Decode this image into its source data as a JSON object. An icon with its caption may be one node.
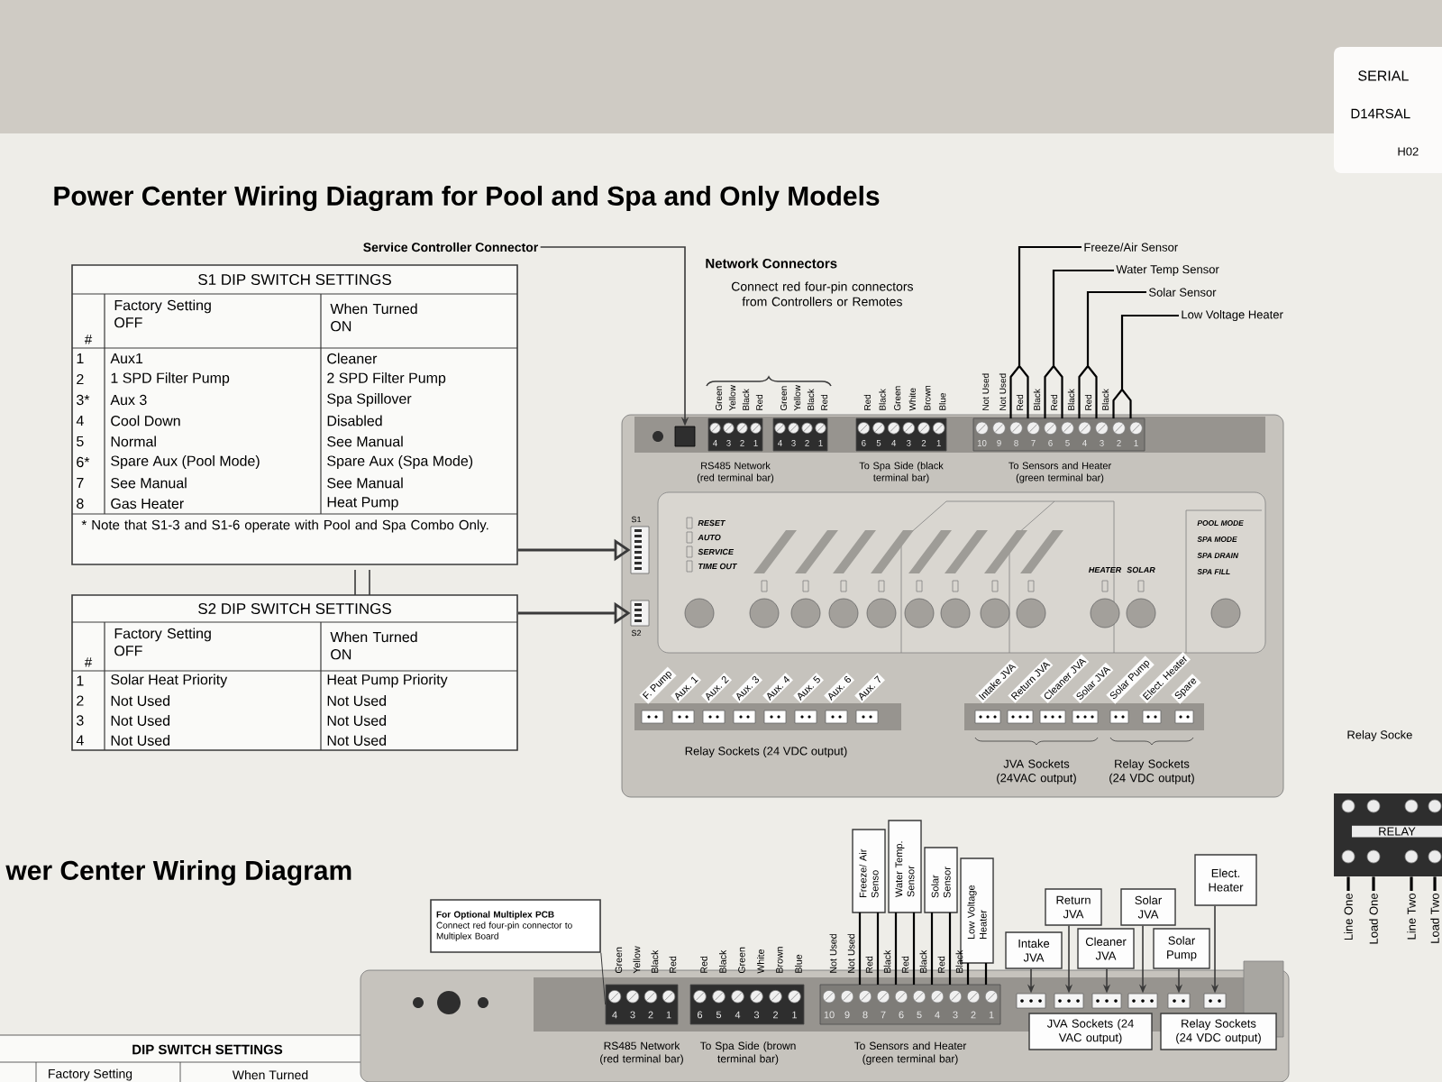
{
  "diagram": {
    "title": "Power Center Wiring Diagram for Pool and Spa and Only Models",
    "nodes": [
      {
        "text": [
          "S1 DIP SWITCH SETTINGS",
          "#",
          "Factory Setting OFF",
          "When Turned ON",
          "1",
          "Aux1",
          "Cleaner",
          "2",
          "1 SPD Filter Pump",
          "2 SPD Filter Pump",
          "3*",
          "Aux 3",
          "Spa Spillover",
          "4",
          "Cool Down",
          "Disabled",
          "5",
          "Normal",
          "See Manual",
          "6*",
          "Spare Aux (Pool Mode)",
          "Spare Aux (Spa Mode)",
          "7",
          "See Manual",
          "See Manual",
          "8",
          "Gas Heater",
          "Heat Pump",
          "* Note that S1-3 and S1-6 operate with Pool and Spa Combo Only."
        ]
      },
      {
        "text": [
          "S2 DIP SWITCH SETTINGS",
          "#",
          "Factory Setting OFF",
          "When Turned ON",
          "1",
          "Solar Heat Priority",
          "Heat Pump Priority",
          "2",
          "Not Used",
          "Not Used",
          "3",
          "Not Used",
          "Not Used",
          "4",
          "Not Used",
          "Not Used"
        ]
      },
      {
        "text": [],
        "shape": "box"
      },
      {
        "text": [
          "Service Controller Connector"
        ]
      },
      {
        "text": [],
        "shape": "box",
        "in": 2
      },
      {
        "text": [
          "S1"
        ],
        "in": 2
      },
      {
        "text": [
          "S2"
        ],
        "in": 2
      },
      {
        "text": [
          "Freeze/Air Sensor"
        ]
      },
      {
        "text": [
          "Water Temp Sensor"
        ]
      },
      {
        "text": [
          "Solar Sensor"
        ]
      },
      {
        "text": [
          "Low Voltage Heater"
        ]
      },
      {
        "text": [
          "4",
          "3",
          "2",
          "1"
        ],
        "in": 2
      },
      {
        "text": [
          "4",
          "3",
          "2",
          "1"
        ],
        "in": 2
      },
      {
        "text": [
          "6",
          "5",
          "4",
          "3",
          "2",
          "1"
        ],
        "in": 2
      },
      {
        "text": [
          "10",
          "9",
          "8",
          "7",
          "6",
          "5",
          "4",
          "3",
          "2",
          "1"
        ],
        "in": 2
      },
      {
        "text": [],
        "shape": "box"
      },
      {
        "text": [
          "For Optional Multiplex PCB",
          "Connect red four-pin connector to Multiplex Board"
        ]
      },
      {
        "text": [
          "4",
          "3",
          "2",
          "1"
        ],
        "in": 15
      },
      {
        "text": [
          "6",
          "5",
          "4",
          "3",
          "2",
          "1"
        ],
        "in": 15
      },
      {
        "text": [
          "10",
          "9",
          "8",
          "7",
          "6",
          "5",
          "4",
          "3",
          "2",
          "1"
        ],
        "in": 15
      },
      {
        "text": [
          "Freeze/ Air Senso"
        ]
      },
      {
        "text": [
          "Water Temp. Sensor"
        ]
      },
      {
        "text": [
          "Solar Sensor"
        ]
      },
      {
        "text": [
          "Low Voltage Heater"
        ]
      },
      {
        "text": [
          "Intake JVA"
        ]
      },
      {
        "text": [
          "Return JVA"
        ]
      },
      {
        "text": [
          "Cleaner JVA"
        ]
      },
      {
        "text": [
          "Solar JVA"
        ]
      },
      {
        "text": [
          "Solar Pump"
        ]
      },
      {
        "text": [
          "Elect. Heater"
        ]
      },
      {
        "text": [],
        "shape": "box",
        "in": 15
      },
      {
        "text": [],
        "shape": "box",
        "in": 15
      },
      {
        "text": [],
        "shape": "box",
        "in": 15
      },
      {
        "text": [],
        "shape": "box",
        "in": 15
      },
      {
        "text": [],
        "shape": "box",
        "in": 15
      },
      {
        "text": [],
        "shape": "box",
        "in": 15
      },
      {
        "text": [
          "JVA Sockets (24 VAC output)"
        ],
        "in": 15
      },
      {
        "text": [
          "Relay Sockets (24 VDC output)"
        ],
        "in": 15
      },
      {
        "text": [
          "RELAY"
        ]
      },
      {
        "text": [
          "Line One"
        ]
      },
      {
        "text": [
          "Load One"
        ]
      },
      {
        "text": [
          "Line Two"
        ]
      },
      {
        "text": [
          "Load Two"
        ]
      }
    ],
    "edges": [
      {
        "from": 3,
        "to": 4,
        "arrow": "to"
      },
      {
        "from": 0,
        "to": 5,
        "arrow": "to"
      },
      {
        "from": 1,
        "to": 6,
        "arrow": "to"
      },
      {
        "from": 7,
        "to": 14,
        "arrow": "none"
      },
      {
        "from": 8,
        "to": 14,
        "arrow": "none"
      },
      {
        "from": 9,
        "to": 14,
        "arrow": "none"
      },
      {
        "from": 10,
        "to": 14,
        "arrow": "none"
      },
      {
        "from": 16,
        "to": 17,
        "arrow": "none"
      },
      {
        "from": 20,
        "to": 19,
        "arrow": "none"
      },
      {
        "from": 21,
        "to": 19,
        "arrow": "none"
      },
      {
        "from": 22,
        "to": 19,
        "arrow": "none"
      },
      {
        "from": 23,
        "to": 19,
        "arrow": "none"
      },
      {
        "from": 24,
        "to": 30,
        "arrow": "to"
      },
      {
        "from": 25,
        "to": 31,
        "arrow": "to"
      },
      {
        "from": 26,
        "to": 32,
        "arrow": "to"
      },
      {
        "from": 27,
        "to": 33,
        "arrow": "to"
      },
      {
        "from": 28,
        "to": 34,
        "arrow": "to"
      },
      {
        "from": 29,
        "to": 35,
        "arrow": "to"
      },
      {
        "from": 38,
        "to": 39,
        "arrow": "none"
      },
      {
        "from": 38,
        "to": 40,
        "arrow": "none"
      },
      {
        "from": 38,
        "to": 41,
        "arrow": "none"
      },
      {
        "from": 38,
        "to": 42,
        "arrow": "none"
      }
    ],
    "labels": [
      "SERIAL",
      "D14RSAL",
      "H02",
      "Network Connectors",
      "Connect red four-pin connectors from Controllers or Remotes",
      "Green",
      "Yellow",
      "Black",
      "Red",
      "Green",
      "Yellow",
      "Black",
      "Red",
      "Red",
      "Black",
      "Green",
      "White",
      "Brown",
      "Blue",
      "Not Used",
      "Not Used",
      "Red",
      "Black",
      "Red",
      "Black",
      "Red",
      "Black",
      "RS485 Network (red terminal bar)",
      "To Spa Side (black terminal bar)",
      "To Sensors and Heater (green terminal bar)",
      "RESET",
      "AUTO",
      "SERVICE",
      "TIME OUT",
      "HEATER",
      "SOLAR",
      "POOL MODE",
      "SPA MODE",
      "SPA DRAIN",
      "SPA FILL",
      "F. Pump",
      "Aux. 1",
      "Aux. 2",
      "Aux. 3",
      "Aux. 4",
      "Aux. 5",
      "Aux. 6",
      "Aux. 7",
      "Relay Sockets (24 VDC output)",
      "Intake JVA",
      "Return JVA",
      "Cleaner JVA",
      "Solar JVA",
      "Solar Pump",
      "Elect. Heater",
      "Spare",
      "JVA Sockets (24VAC output)",
      "Relay Sockets (24 VDC output)",
      "Relay Socke",
      "wer Center Wiring Diagram",
      "Green",
      "Yellow",
      "Black",
      "Red",
      "Red",
      "Black",
      "Green",
      "White",
      "Brown",
      "Blue",
      "Not Used",
      "Not Used",
      "Red",
      "Black",
      "Red",
      "Black",
      "Red",
      "Black",
      "RS485 Network (red terminal bar)",
      "To Spa Side (brown terminal bar)",
      "To Sensors and Heater (green terminal bar)",
      "DIP SWITCH SETTINGS",
      "Factory Setting",
      "When Turned"
    ]
  }
}
